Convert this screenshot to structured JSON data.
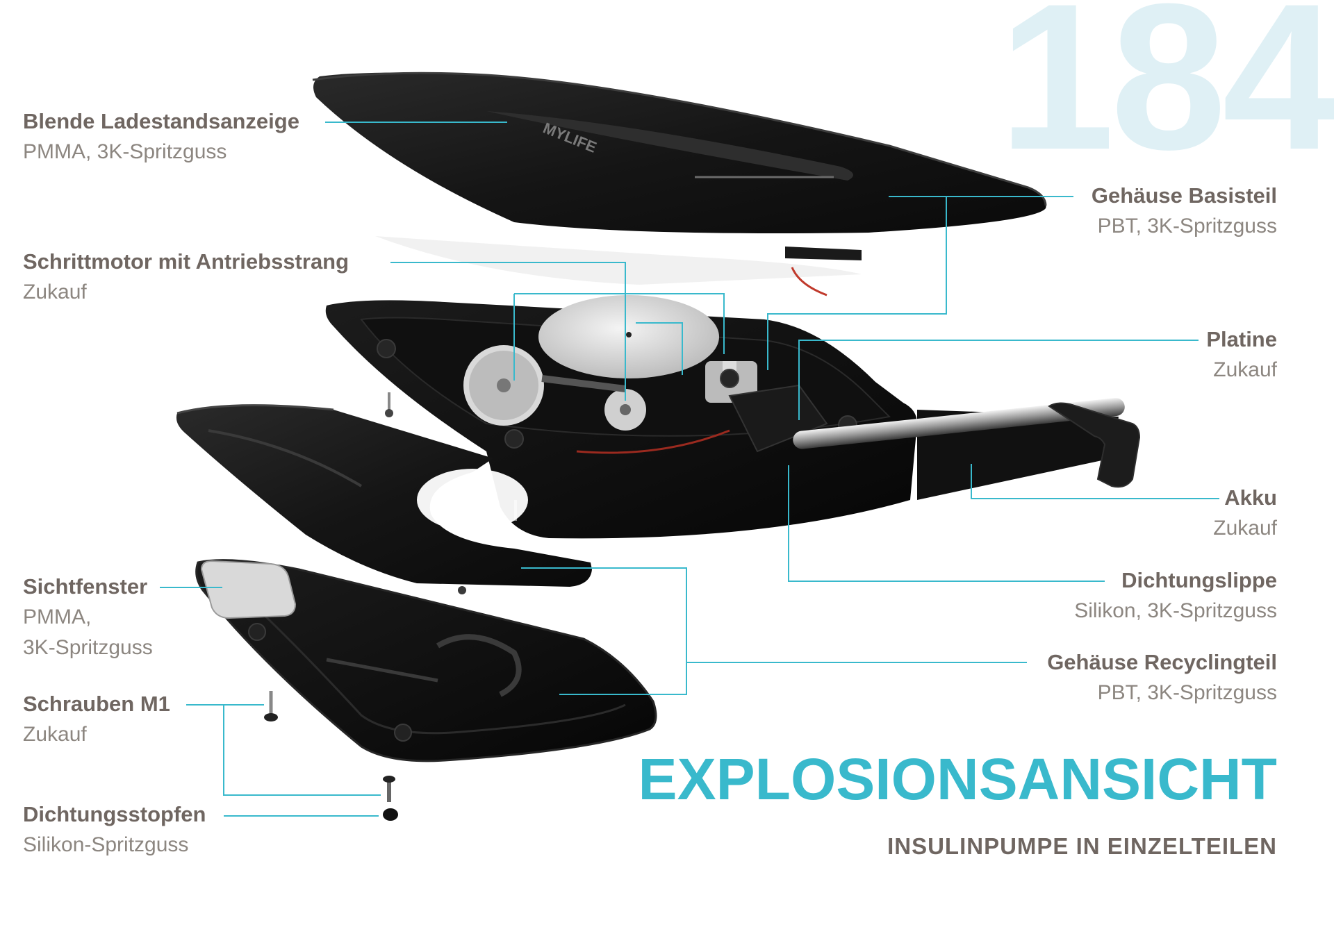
{
  "page_number": "184",
  "brand_mark": "MYLIFE",
  "heading": "EXPLOSIONSANSICHT",
  "subheading": "INSULINPUMPE IN EINZELTEILEN",
  "accent_color": "#39b9cc",
  "labels": {
    "blende": {
      "name": "Blende Ladestandsanzeige",
      "desc": "PMMA, 3K-Spritzguss"
    },
    "schrittmotor": {
      "name": "Schrittmotor mit Antriebsstrang",
      "desc": "Zukauf"
    },
    "sichtfenster": {
      "name": "Sichtfenster",
      "desc1": "PMMA,",
      "desc2": "3K-Spritzguss"
    },
    "schrauben": {
      "name": "Schrauben M1",
      "desc": "Zukauf"
    },
    "dichtungsstopfen": {
      "name": "Dichtungsstopfen",
      "desc": "Silikon-Spritzguss"
    },
    "gehaeuse_basis": {
      "name": "Gehäuse Basisteil",
      "desc": "PBT, 3K-Spritzguss"
    },
    "platine": {
      "name": "Platine",
      "desc": "Zukauf"
    },
    "akku": {
      "name": "Akku",
      "desc": "Zukauf"
    },
    "dichtungslippe": {
      "name": "Dichtungslippe",
      "desc": "Silikon, 3K-Spritzguss"
    },
    "gehaeuse_recycling": {
      "name": "Gehäuse Recyclingteil",
      "desc": "PBT, 3K-Spritzguss"
    }
  }
}
